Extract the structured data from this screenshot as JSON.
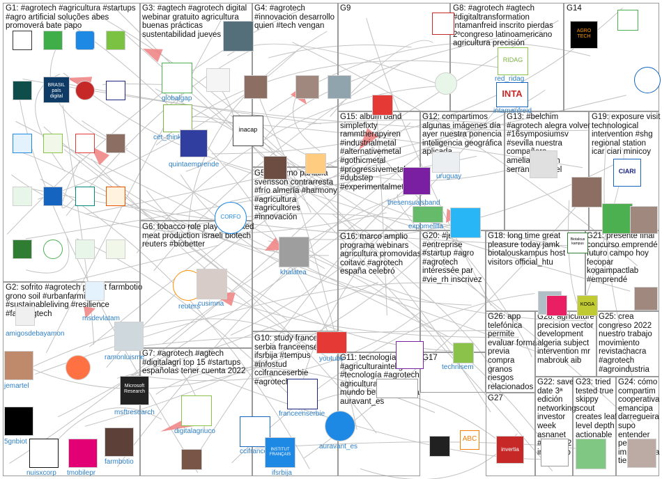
{
  "groups": [
    {
      "id": "G1",
      "text": "G1: #agrotech #agricultura #startups\n#agro artificial soluções abes\npromoverá bate papo"
    },
    {
      "id": "G2",
      "text": "G2: sofrito #agrotech project farmbotio\ngrono soil #urbanfarming\n#sustainableliving #resilience\n#farmingtech"
    },
    {
      "id": "G3",
      "text": "G3: #agtech #agrotech digital\nwebinar gratuito agricultura\nbuenas prácticas\nsustentabilidad jueves"
    },
    {
      "id": "G4",
      "text": "G4: #agrotech\n#innovacion desarrollo\nquien #tech vengan"
    },
    {
      "id": "G5",
      "text": "G5: invierno pantalla\nsvensson contrarresta\n#frío almería #harmony\n#agricultura\n#agricultores\n#innovación"
    },
    {
      "id": "G6",
      "text": "G6: tobacco role play cultivated\nmeat production israeli biotech\nreuters #biobetter"
    },
    {
      "id": "G7",
      "text": "G7: #agrotech #agtech\n#digitalagri top 15 #startups\nespañolas tener cuenta 2022"
    },
    {
      "id": "G8",
      "text": "G8: #agrotech #agtech\n#digitaltransformation\nintamanfreid inscrito pierdas\n2ºcongreso latinoamericano\nagricultura precisión"
    },
    {
      "id": "G9",
      "text": "G9"
    },
    {
      "id": "G10",
      "text": "G10: study france work\nserbia franceenserbie\nifsrbija #tempus\n#infostud\nccifranceserbie\n#agrotech"
    },
    {
      "id": "G11",
      "text": "G11: tecnología\n#agriculturainteligente\n#tecnología #agrotech\nagricultura precisión\nmundo beatriz royuela\nauravant_es"
    },
    {
      "id": "G12",
      "text": "G12: compartimos\nalgunas imágenes día\nayer nuestra ponencia\ninteligencia geográfica\naplicada"
    },
    {
      "id": "G13",
      "text": "G13: #belchim\n#agrotech alegra volver\n#16symposiumsv\n#sevilla nuestra\ncompañera\namelia belchim\nserranobmiquel"
    },
    {
      "id": "G14",
      "text": "G14"
    },
    {
      "id": "G15",
      "text": "G15: album band\nsimplefixty\nrammtherapyiren\n#industrialmetal\n#alternativemetal\n#gothicmetal\n#progressivemetal\n#dubstep\n#experimentalmetal"
    },
    {
      "id": "G16",
      "text": "G16: marco amplio\nprograma webinars\nagricultura promovidas\ncoitavc #agrotech\nespaña celebró"
    },
    {
      "id": "G17",
      "text": "G17"
    },
    {
      "id": "G18",
      "text": "G18: long time great\npleasure today jamk\nbiotalouskampus host\nvisitors official_htu"
    },
    {
      "id": "G19",
      "text": "G19: exposure visit\ntechnological\nintervention #shg\nregional station\nicar ciari minicoy"
    },
    {
      "id": "G20",
      "text": "G20: #jeu êtes\n#entreprise\n#startup #agro\n#agrotech\nintéressée par\n#vie_rh inscrivez"
    },
    {
      "id": "G21",
      "text": "G21: presente final\nconcurso emprendé\nfuturo campo hoy\nfecopar\nkogaimpactlab\n#emprendé"
    },
    {
      "id": "G22",
      "text": "G22: save\ndate 3ª\nedición\nnetworking\ninvestor\nweek\nasnanet\n#niw2022\ninscripcio"
    },
    {
      "id": "G23",
      "text": "G23: tried\ntested true\nskippy\nscout\ncreates leaf\nlevel depth\nactionable"
    },
    {
      "id": "G24",
      "text": "G24: cómo\ncompartim\ncooperativa\nemancipa\ndarregueira\nsupo\nentender\nperfección\nimportancia\ntienen"
    },
    {
      "id": "G25",
      "text": "G25: crea\ncongreso 2022\nnuestro trabajo\nmovimiento\nrevistachacra\n#agrotech\n#agroindustria"
    },
    {
      "id": "G26",
      "text": "G26: app\ntelefónica\npermite\nevaluar forma\nprevia\ncompra\ngranos\nriesgos\nrelacionados"
    },
    {
      "id": "G27",
      "text": "G27"
    },
    {
      "id": "G28",
      "text": "G28: agriculture\nprecision vector\ndevelopment\nalgeria subject\nintervention mr\nmabrouk aib"
    }
  ],
  "node_labels": [
    "globalgap",
    "cet_thinkagro",
    "quintaemprende",
    "khalatea",
    "reuters",
    "cusimna",
    "msdevlatam",
    "amigosdebayamon",
    "ramonluisme",
    "jemartel",
    "msftresearch",
    "digitalagriuco",
    "farmbotio",
    "5gnbiot",
    "nuisxcorp",
    "tmobilepr",
    "ccifranceserbie",
    "franceenserbie",
    "ifsrbija",
    "youtube",
    "auravant_es",
    "thesensualsband",
    "uruguay",
    "expomelilla",
    "technisem",
    "red_ridag",
    "intamanfreid"
  ],
  "node_texts": [
    "BRASIL país digital",
    "inacap",
    "CORFO",
    "Microsoft Research",
    "INSTITUT FRANÇAIS",
    "INTA",
    "RIDAG",
    "KOGA",
    "CIARI",
    "Biotalous kampus",
    "ABC",
    "invertia",
    "AGRO TECH"
  ],
  "colors": {
    "edge": "#c2c2c2",
    "arrow": "#f08080",
    "border": "#9a9a9a",
    "label": "#2c7fc6"
  }
}
